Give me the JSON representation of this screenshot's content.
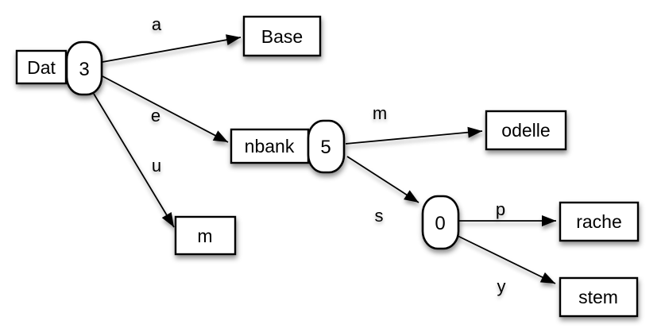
{
  "diagram": {
    "type": "trie-radix-tree",
    "colors": {
      "background": "#ffffff",
      "node_fill": "#ffffff",
      "stroke": "#000000",
      "shadow": "rgba(0,0,0,0.45)"
    },
    "nodes": {
      "dat": {
        "label": "Dat",
        "count": "3"
      },
      "base": {
        "label": "Base"
      },
      "nbank": {
        "label": "nbank",
        "count": "5"
      },
      "m": {
        "label": "m"
      },
      "odelle": {
        "label": "odelle"
      },
      "zero": {
        "count": "0"
      },
      "rache": {
        "label": "rache"
      },
      "stem": {
        "label": "stem"
      }
    },
    "edges": [
      {
        "from": "dat",
        "to": "base",
        "label": "a"
      },
      {
        "from": "dat",
        "to": "nbank",
        "label": "e"
      },
      {
        "from": "dat",
        "to": "m",
        "label": "u"
      },
      {
        "from": "nbank",
        "to": "odelle",
        "label": "m"
      },
      {
        "from": "nbank",
        "to": "zero",
        "label": "s"
      },
      {
        "from": "zero",
        "to": "rache",
        "label": "p"
      },
      {
        "from": "zero",
        "to": "stem",
        "label": "y"
      }
    ]
  }
}
